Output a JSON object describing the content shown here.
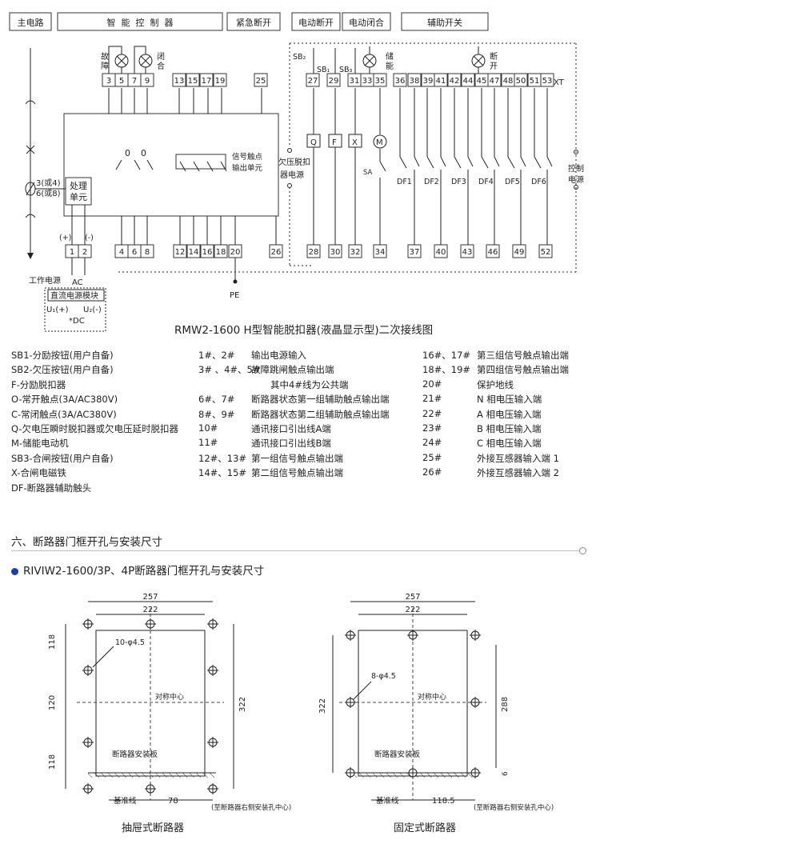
{
  "header_boxes": [
    {
      "key": "main",
      "label": "主电路"
    },
    {
      "key": "ctrl",
      "label": "智  能  控  制  器"
    },
    {
      "key": "emg",
      "label": "紧急断开"
    },
    {
      "key": "eopen",
      "label": "电动断开"
    },
    {
      "key": "eclose",
      "label": "电动闭合"
    },
    {
      "key": "aux",
      "label": "辅助开关"
    }
  ],
  "lamps": {
    "fault": "故障",
    "close": "闭合",
    "store": "储能",
    "open": "断开"
  },
  "top_terminals": [
    "3",
    "5",
    "7",
    "9",
    "13",
    "15",
    "17",
    "19",
    "25",
    "27",
    "29",
    "31",
    "33",
    "35",
    "36",
    "38",
    "39",
    "41",
    "42",
    "44",
    "45",
    "47",
    "48",
    "50",
    "51",
    "53"
  ],
  "xt_label": "XT",
  "sb_labels": {
    "sb2": "SB₂",
    "sb1": "SB₁",
    "sb3": "SB₃"
  },
  "bottom_terminals": [
    "1",
    "2",
    "4",
    "6",
    "8",
    "12",
    "14",
    "16",
    "18",
    "20",
    "26",
    "28",
    "30",
    "32",
    "34",
    "37",
    "40",
    "43",
    "46",
    "49",
    "52"
  ],
  "components": {
    "q": "Q",
    "f": "F",
    "x": "X",
    "m": "M",
    "sa": "SA"
  },
  "df_labels": [
    "DF1",
    "DF2",
    "DF3",
    "DF4",
    "DF5",
    "DF6"
  ],
  "labels": {
    "zero": "0",
    "signal_unit": "信号触点\n输出单元",
    "uv_power": "欠压脱扣\n器电源",
    "ctrl_power": "控制\n电源",
    "process_unit": "处理\n单元",
    "ct_a": "3(或4)",
    "ct_b": "6(或8)",
    "plus": "(+)",
    "minus": "(-)",
    "work_power": "工作电源",
    "ac": "AC",
    "dc_module": "直流电源模块",
    "u1": "U₁(+)",
    "u2": "U₂(-)",
    "dc": "*DC",
    "pe": "PE"
  },
  "caption": "RMW2-1600 H型智能脱扣器(液晶显示型)二次接线图",
  "legend": {
    "col1": [
      "SB1-分励按钮(用户自备)",
      "SB2-欠压按钮(用户自备)",
      "F-分励脱扣器",
      "O-常开触点(3A/AC380V)",
      "C-常闭触点(3A/AC380V)",
      "Q-欠电压瞬时脱扣器或欠电压延时脱扣器",
      "M-储能电动机",
      "SB3-合闸按钮(用户自备)",
      "X-合闸电磁铁",
      "DF-断路器辅助触头"
    ],
    "col2": [
      [
        "1#、2#",
        "输出电源输入"
      ],
      [
        "3#  、4#、5#",
        "故障跳闸触点输出端"
      ],
      [
        "",
        "其中4#线为公共端"
      ],
      [
        "6#、7#",
        "断路器状态第一组辅助触点输出端"
      ],
      [
        "8#、9#",
        "断路器状态第二组辅助触点输出端"
      ],
      [
        "10#",
        "通讯接口引出线A端"
      ],
      [
        "11#",
        "通讯接口引出线B端"
      ],
      [
        "12#、13#",
        "第一组信号触点输出端"
      ],
      [
        "14#、15#",
        "第二组信号触点输出端"
      ]
    ],
    "col3": [
      [
        "16#、17#",
        "第三组信号触点输出端"
      ],
      [
        "18#、19#",
        "第四组信号触点输出端"
      ],
      [
        "20#",
        "保护地线"
      ],
      [
        "21#",
        "N  相电压输入端"
      ],
      [
        "22#",
        "A  相电压输入端"
      ],
      [
        "23#",
        "B  相电压输入端"
      ],
      [
        "24#",
        "C  相电压输入端"
      ],
      [
        "25#",
        "外接互感器输入端 1"
      ],
      [
        "26#",
        "外接互感器输入端 2"
      ]
    ]
  },
  "section_title": "六、断路器门框开孔与安装尺寸",
  "sub_title": "RIVIW2-1600/3P、4P断路器门框开孔与安装尺寸",
  "drawing_left": {
    "caption": "抽屉式断路器",
    "dims": {
      "outer_width": "257",
      "inner_width": "222",
      "top": "118",
      "middle": "120",
      "bottom": "118",
      "height": "322",
      "offset": "78"
    },
    "holes": "10-φ4.5",
    "center": "对称中心",
    "plate": "断路器安装板",
    "datum": "基准线",
    "note": "(至断路器右侧安装孔中心)"
  },
  "drawing_right": {
    "caption": "固定式断路器",
    "dims": {
      "outer_width": "257",
      "inner_width": "222",
      "height": "322",
      "inner_height": "288",
      "gap": "6",
      "offset": "118.5"
    },
    "holes": "8-φ4.5",
    "center": "对称中心",
    "plate": "断路器安装板",
    "datum": "基准线",
    "note": "(至断路器右侧安装孔中心)"
  }
}
